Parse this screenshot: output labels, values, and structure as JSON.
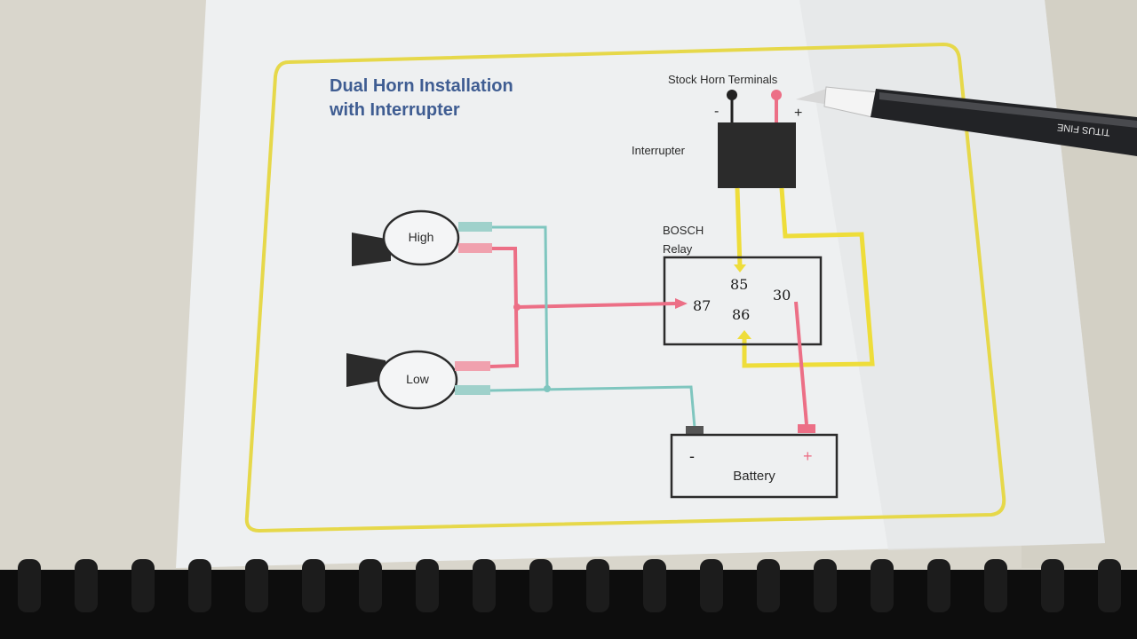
{
  "diagram": {
    "title_line1": "Dual Horn Installation",
    "title_line2": "with Interrupter",
    "stock_terminals_label": "Stock Horn Terminals",
    "stock_neg_symbol": "-",
    "stock_pos_symbol": "+",
    "interrupter_label": "Interrupter",
    "relay_label_line1": "BOSCH",
    "relay_label_line2": "Relay",
    "relay_pins": {
      "p85": "85",
      "p86": "86",
      "p87": "87",
      "p30": "30"
    },
    "horn_high_label": "High",
    "horn_low_label": "Low",
    "battery_label": "Battery",
    "battery_neg_symbol": "-",
    "battery_pos_symbol": "+"
  },
  "pen": {
    "brand_text": "TITUS FINE"
  },
  "colors": {
    "wall": "#d9d6cc",
    "paper": "#eef0f1",
    "border_yellow": "#e6d84a",
    "wire_yellow": "#eedd3a",
    "wire_red": "#ec6f86",
    "wire_teal": "#7fc6bf",
    "title_blue": "#3f5d92",
    "component_dark": "#2b2b2b"
  }
}
